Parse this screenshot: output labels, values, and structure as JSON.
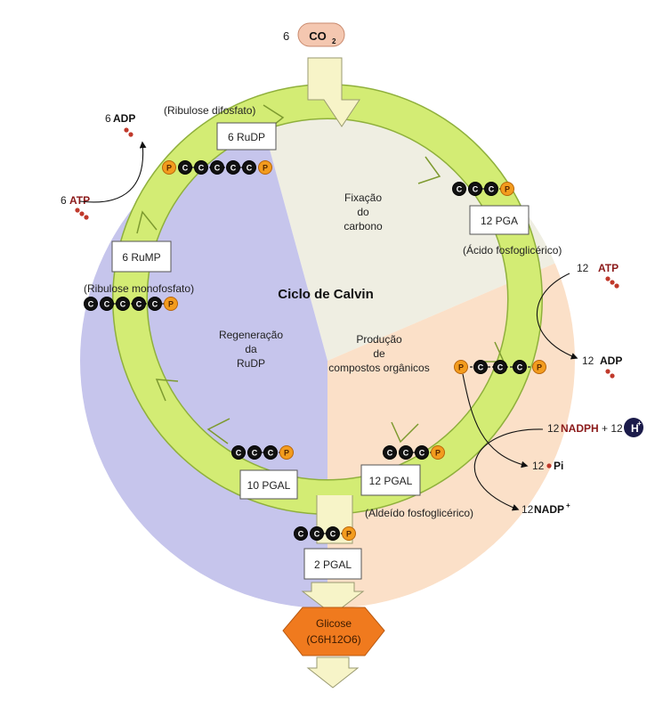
{
  "colors": {
    "carbon": "#111111",
    "phosphate": "#f39c1e",
    "phase_fixation": "#efeee2",
    "phase_production": "#fbe0c8",
    "phase_regeneration": "#c6c5ec",
    "ring": "#d3ec74",
    "glucose": "#f07a1e",
    "red_dot": "#c0392b",
    "proton": "#1b1b4a"
  },
  "title": "Ciclo de Calvin",
  "phases": {
    "fixation": [
      "Fixação",
      "do",
      "carbono"
    ],
    "production": [
      "Produção",
      "de",
      "compostos orgânicos"
    ],
    "regeneration": [
      "Regeneração",
      "da",
      "RuDP"
    ]
  },
  "co2": {
    "count": "6",
    "label": "CO",
    "sub": "2"
  },
  "boxes": {
    "rudp": "6 RuDP",
    "pga": "12 PGA",
    "rump": "6 RuMP",
    "pgal10": "10 PGAL",
    "pgal12": "12 PGAL",
    "pgal2": "2 PGAL"
  },
  "names": {
    "rudp": "(Ribulose difosfato)",
    "pga": "(Ácido fosfoglicérico)",
    "rump": "(Ribulose monofosfato)",
    "pgal": "(Aldeído fosfoglicérico)"
  },
  "energy": {
    "adp6": {
      "count": "6",
      "label": "ADP"
    },
    "atp6": {
      "count": "6",
      "label": "ATP"
    },
    "atp12": {
      "count": "12",
      "label": "ATP"
    },
    "adp12": {
      "count": "12",
      "label": "ADP"
    },
    "nadph": {
      "count": "12",
      "label": "NADPH",
      "plus": "+ 12"
    },
    "proton": {
      "label": "H",
      "sup": "+"
    },
    "pi": {
      "count": "12",
      "label": "Pi"
    },
    "nadp": {
      "count": "12",
      "label": "NADP",
      "sup": "+"
    }
  },
  "glucose": {
    "label": "Glicose",
    "formula": "(C6H12O6)"
  },
  "atoms": {
    "carbon": "C",
    "phosphate": "P"
  }
}
